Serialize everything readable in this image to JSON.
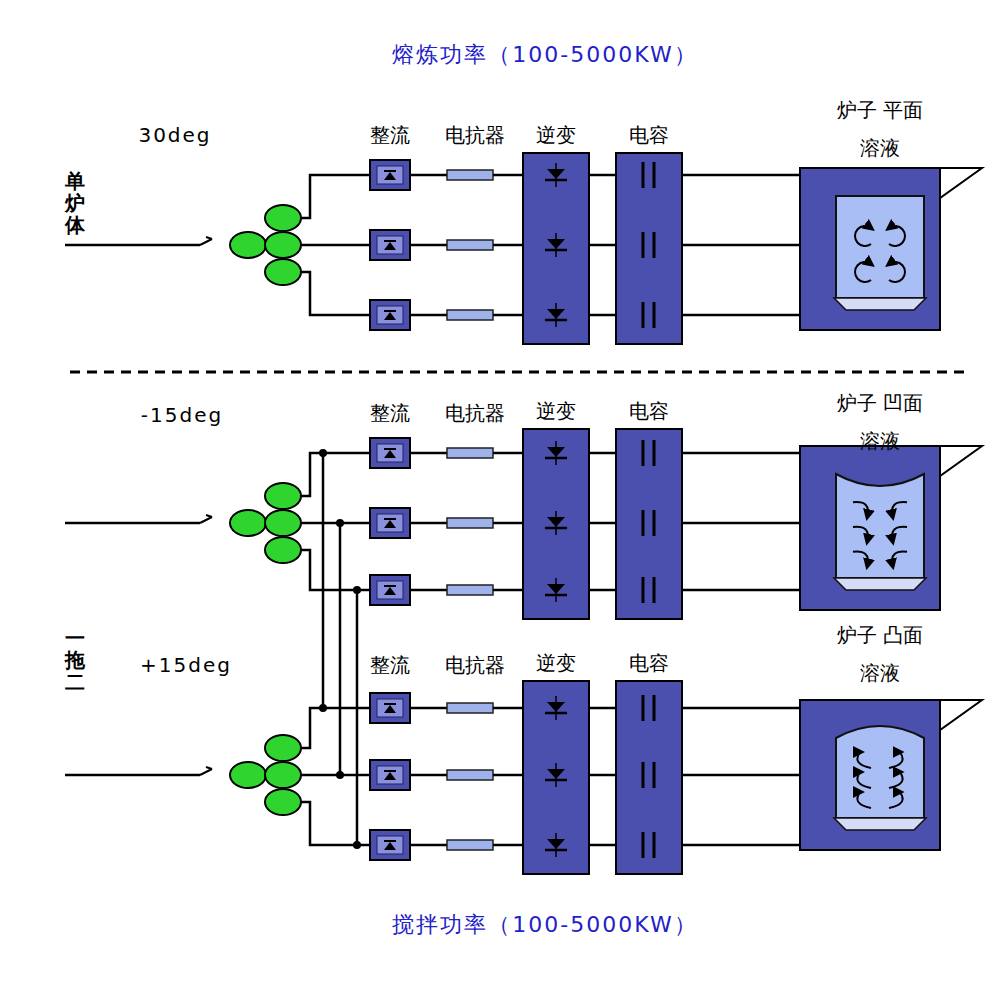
{
  "diagram": {
    "title": "熔炼功率（100-5000KW）",
    "caption": "搅拌功率（100-5000KW）",
    "nodes": [
      {
        "text": [
          "逆变"
        ]
      },
      {
        "text": [
          "电容"
        ]
      },
      {
        "text": [
          "炉子 平面溶液"
        ]
      },
      {
        "text": [
          "逆变"
        ]
      },
      {
        "text": [
          "电容"
        ]
      },
      {
        "text": [
          "炉子 凹面溶液"
        ]
      },
      {
        "text": [
          "逆变"
        ]
      },
      {
        "text": [
          "电容"
        ]
      },
      {
        "text": [
          "炉子 凸面溶液"
        ]
      }
    ],
    "edges": [
      {
        "from": 0,
        "to": 1,
        "arrow": "none"
      },
      {
        "from": 1,
        "to": 2,
        "arrow": "none"
      },
      {
        "from": 3,
        "to": 4,
        "arrow": "none"
      },
      {
        "from": 4,
        "to": 5,
        "arrow": "none"
      },
      {
        "from": 6,
        "to": 7,
        "arrow": "none"
      },
      {
        "from": 7,
        "to": 8,
        "arrow": "none"
      }
    ],
    "labels": [
      "单炉体",
      "30deg",
      "整流",
      "电抗器",
      "-15deg",
      "整流",
      "电抗器",
      "一拖二",
      "+15deg",
      "整流",
      "电抗器"
    ]
  }
}
